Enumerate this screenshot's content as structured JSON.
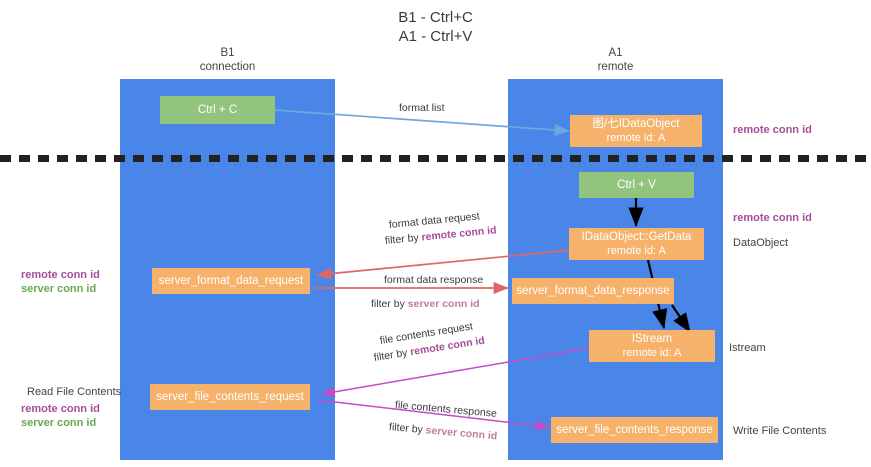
{
  "title": {
    "line1": "B1 - Ctrl+C",
    "line2": "A1 - Ctrl+V"
  },
  "lanes": [
    {
      "id": "b1",
      "name": "B1",
      "role": "connection"
    },
    {
      "id": "a1",
      "name": "A1",
      "role": "remote"
    }
  ],
  "nodes": {
    "ctrl_c": {
      "line1": "Ctrl + C",
      "line2": ""
    },
    "idataobject": {
      "line1": "图/七IDataObject",
      "line2": "remote id: A"
    },
    "ctrl_v": {
      "line1": "Ctrl + V",
      "line2": ""
    },
    "getdata": {
      "line1": "IDataObject::GetData",
      "line2": "remote id: A"
    },
    "format_req": {
      "line1": "server_format_data_request",
      "line2": ""
    },
    "format_resp": {
      "line1": "server_format_data_response",
      "line2": ""
    },
    "istream": {
      "line1": "IStream",
      "line2": "remote id: A"
    },
    "file_req": {
      "line1": "server_file_contents_request",
      "line2": ""
    },
    "file_resp": {
      "line1": "server_file_contents_response",
      "line2": ""
    }
  },
  "edge_labels": {
    "format_list": "format list",
    "format_data_request": "format data request",
    "format_data_request_filter_prefix": "filter by ",
    "format_data_request_filter_value": "remote conn id",
    "format_data_response": "format data response",
    "format_data_response_filter_prefix": "filter by ",
    "format_data_response_filter_value": "server conn id",
    "file_contents_request": "file contents request",
    "file_contents_request_filter_prefix": "filter by ",
    "file_contents_request_filter_value": "remote conn id",
    "file_contents_response": "file contents response",
    "file_contents_response_filter_prefix": "filter by ",
    "file_contents_response_filter_value": "server conn id"
  },
  "annotations": {
    "right_remote_conn_top": "remote conn id",
    "right_remote_conn_mid": "remote conn id",
    "right_dataobject": "DataObject",
    "right_istream": "Istream",
    "right_write_file_contents": "Write File Contents",
    "left_remote_conn": "remote conn id",
    "left_server_conn": "server conn id",
    "left_read_file_contents": "Read File Contents",
    "left_remote_conn_2": "remote conn id",
    "left_server_conn_2": "server conn id"
  },
  "colors": {
    "lane": "#4a86e8",
    "green_node": "#93c47d",
    "orange_node": "#f6b26b",
    "remote_conn": "#a64d9a",
    "server_conn_green": "#6aa84f",
    "server_conn_pink": "#c27ba0",
    "arrow_blue": "#6fa8dc",
    "arrow_red": "#e06666",
    "arrow_black": "#000000",
    "arrow_magenta": "#c74bc7"
  }
}
